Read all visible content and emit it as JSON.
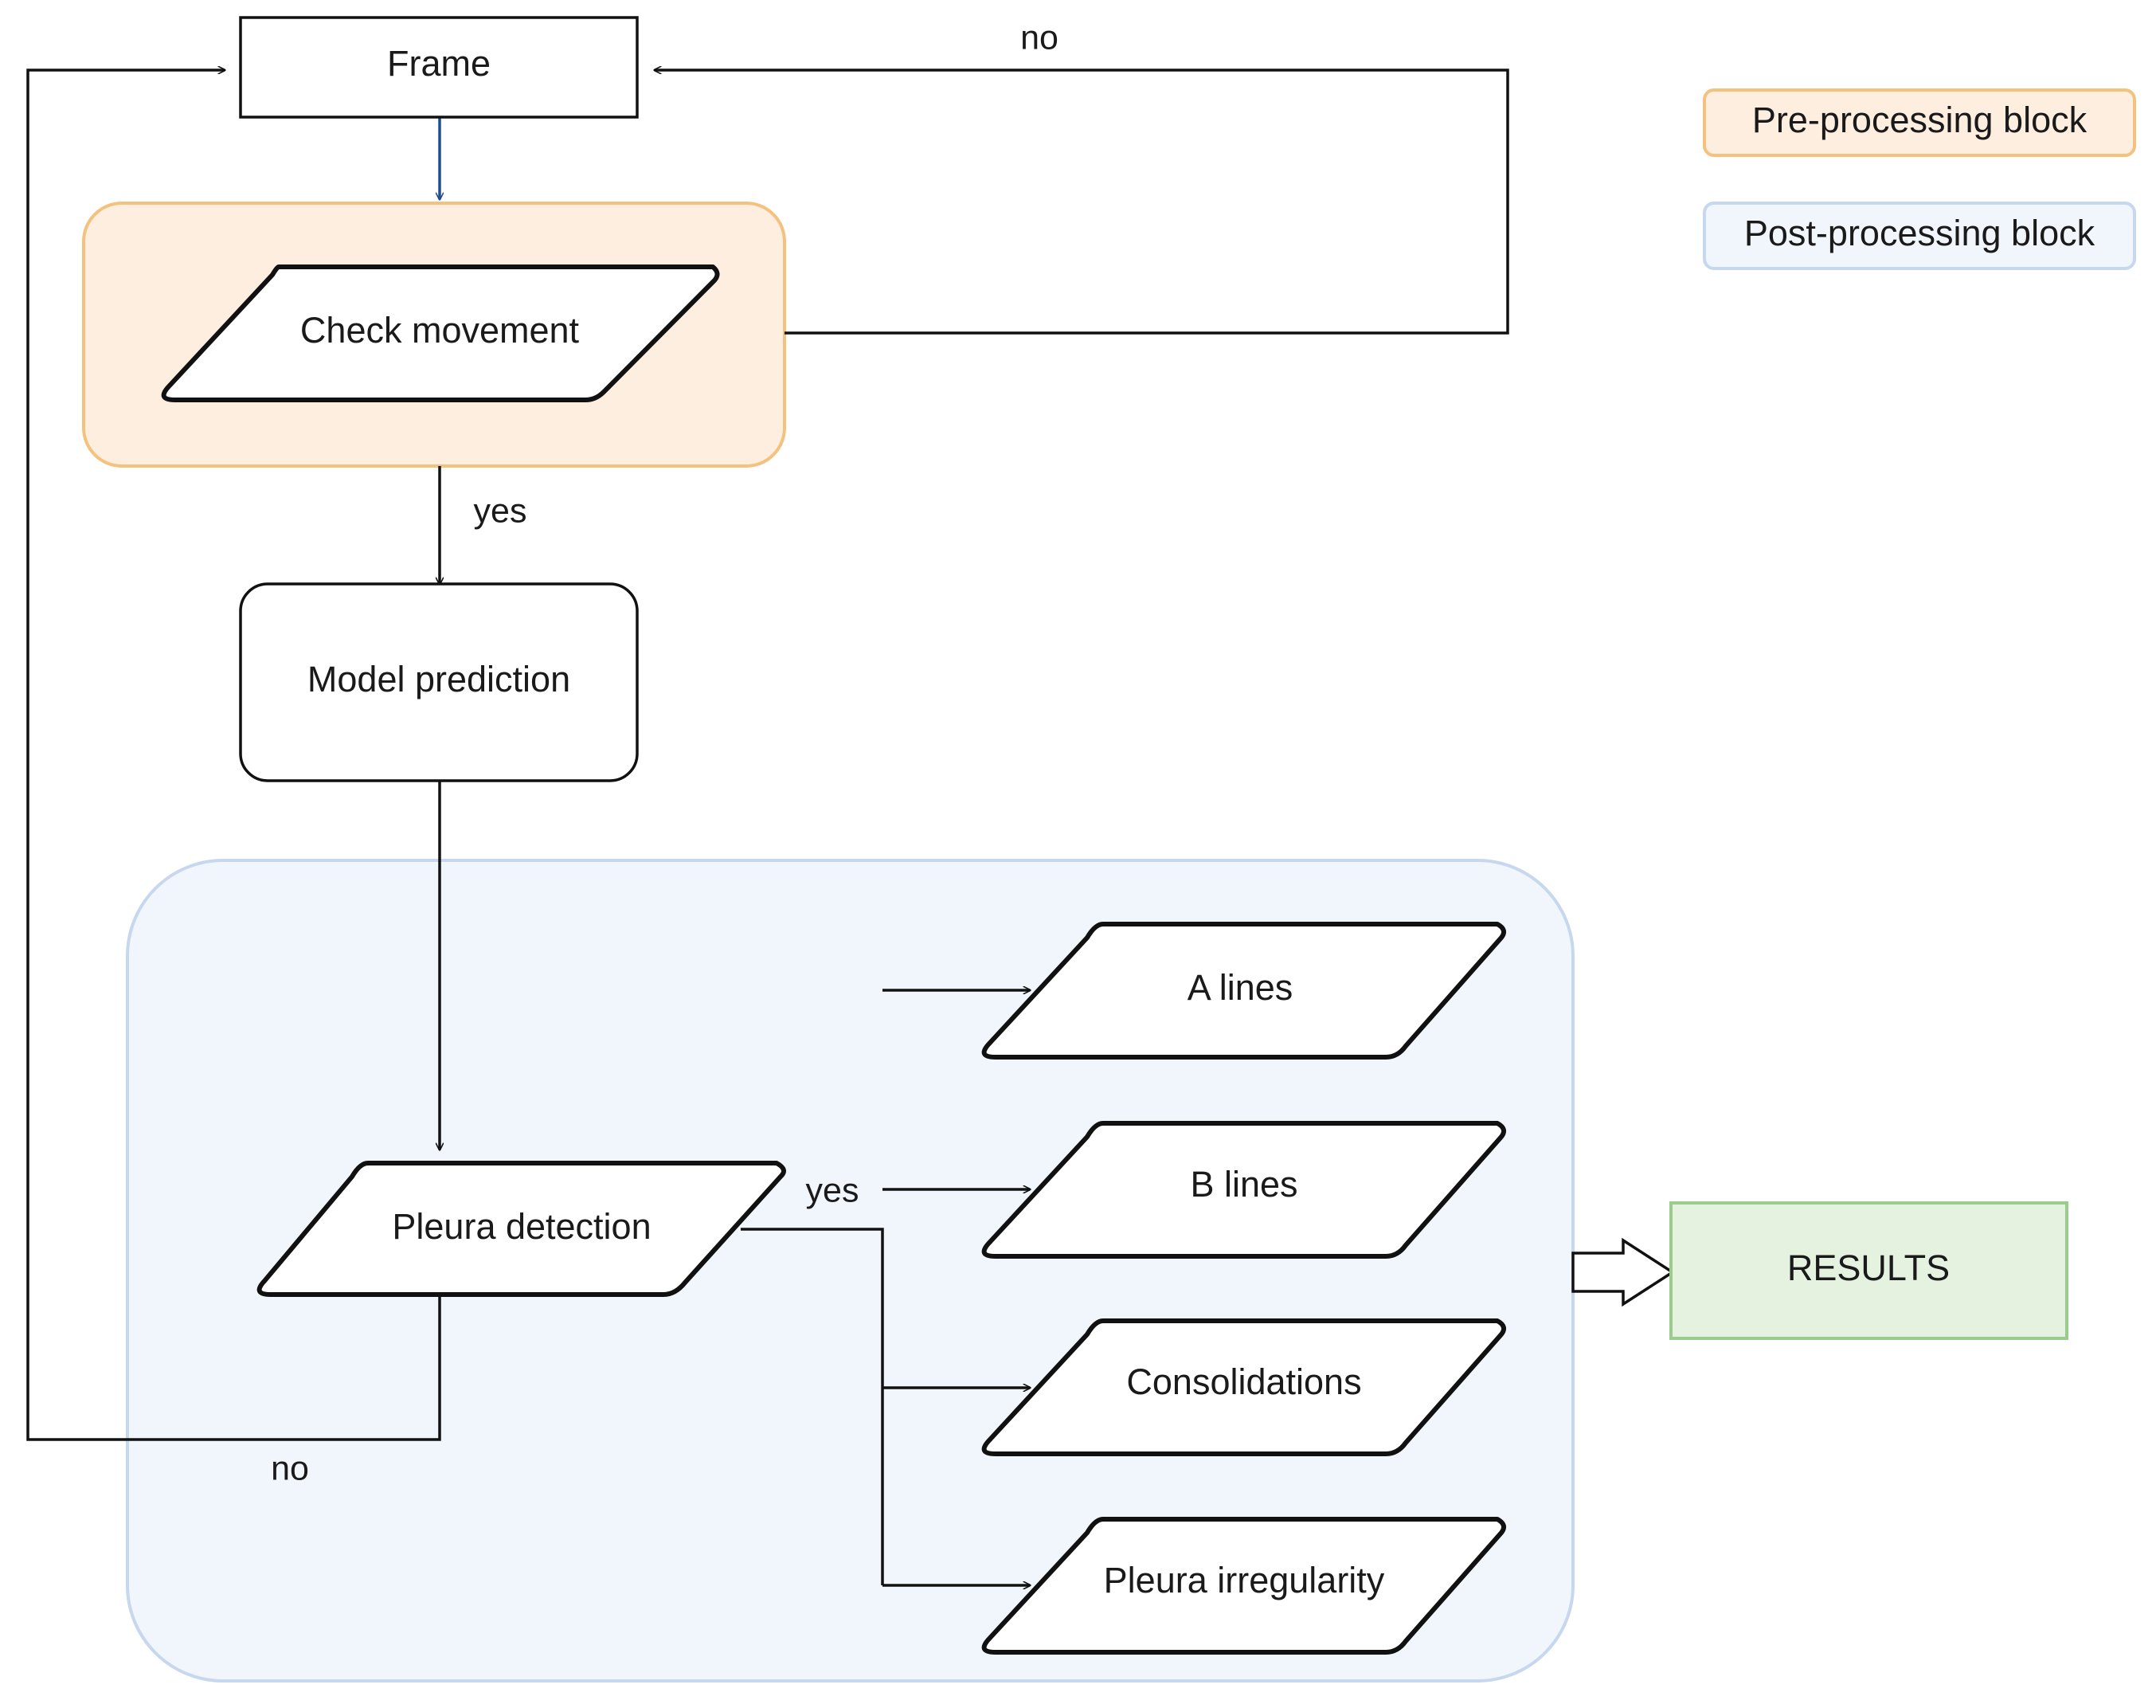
{
  "nodes": {
    "frame": "Frame",
    "check_movement": "Check movement",
    "model_prediction": "Model prediction",
    "pleura_detection": "Pleura detection",
    "a_lines": "A lines",
    "b_lines": "B lines",
    "consolidations": "Consolidations",
    "pleura_irregularity": "Pleura irregularity",
    "results": "RESULTS"
  },
  "edge_labels": {
    "movement_no": "no",
    "movement_yes": "yes",
    "pleura_yes": "yes",
    "pleura_no": "no"
  },
  "legend": {
    "pre_processing": "Pre-processing block",
    "post_processing": "Post-processing block"
  },
  "colors": {
    "pre_fill": "#fdeee0",
    "pre_stroke": "#f4c27f",
    "post_fill": "#f1f6fd",
    "post_stroke": "#c6d7ee",
    "results_fill": "#e5f2e0",
    "results_stroke": "#9ccc8d",
    "frame_arrow": "#1f4e8c"
  }
}
